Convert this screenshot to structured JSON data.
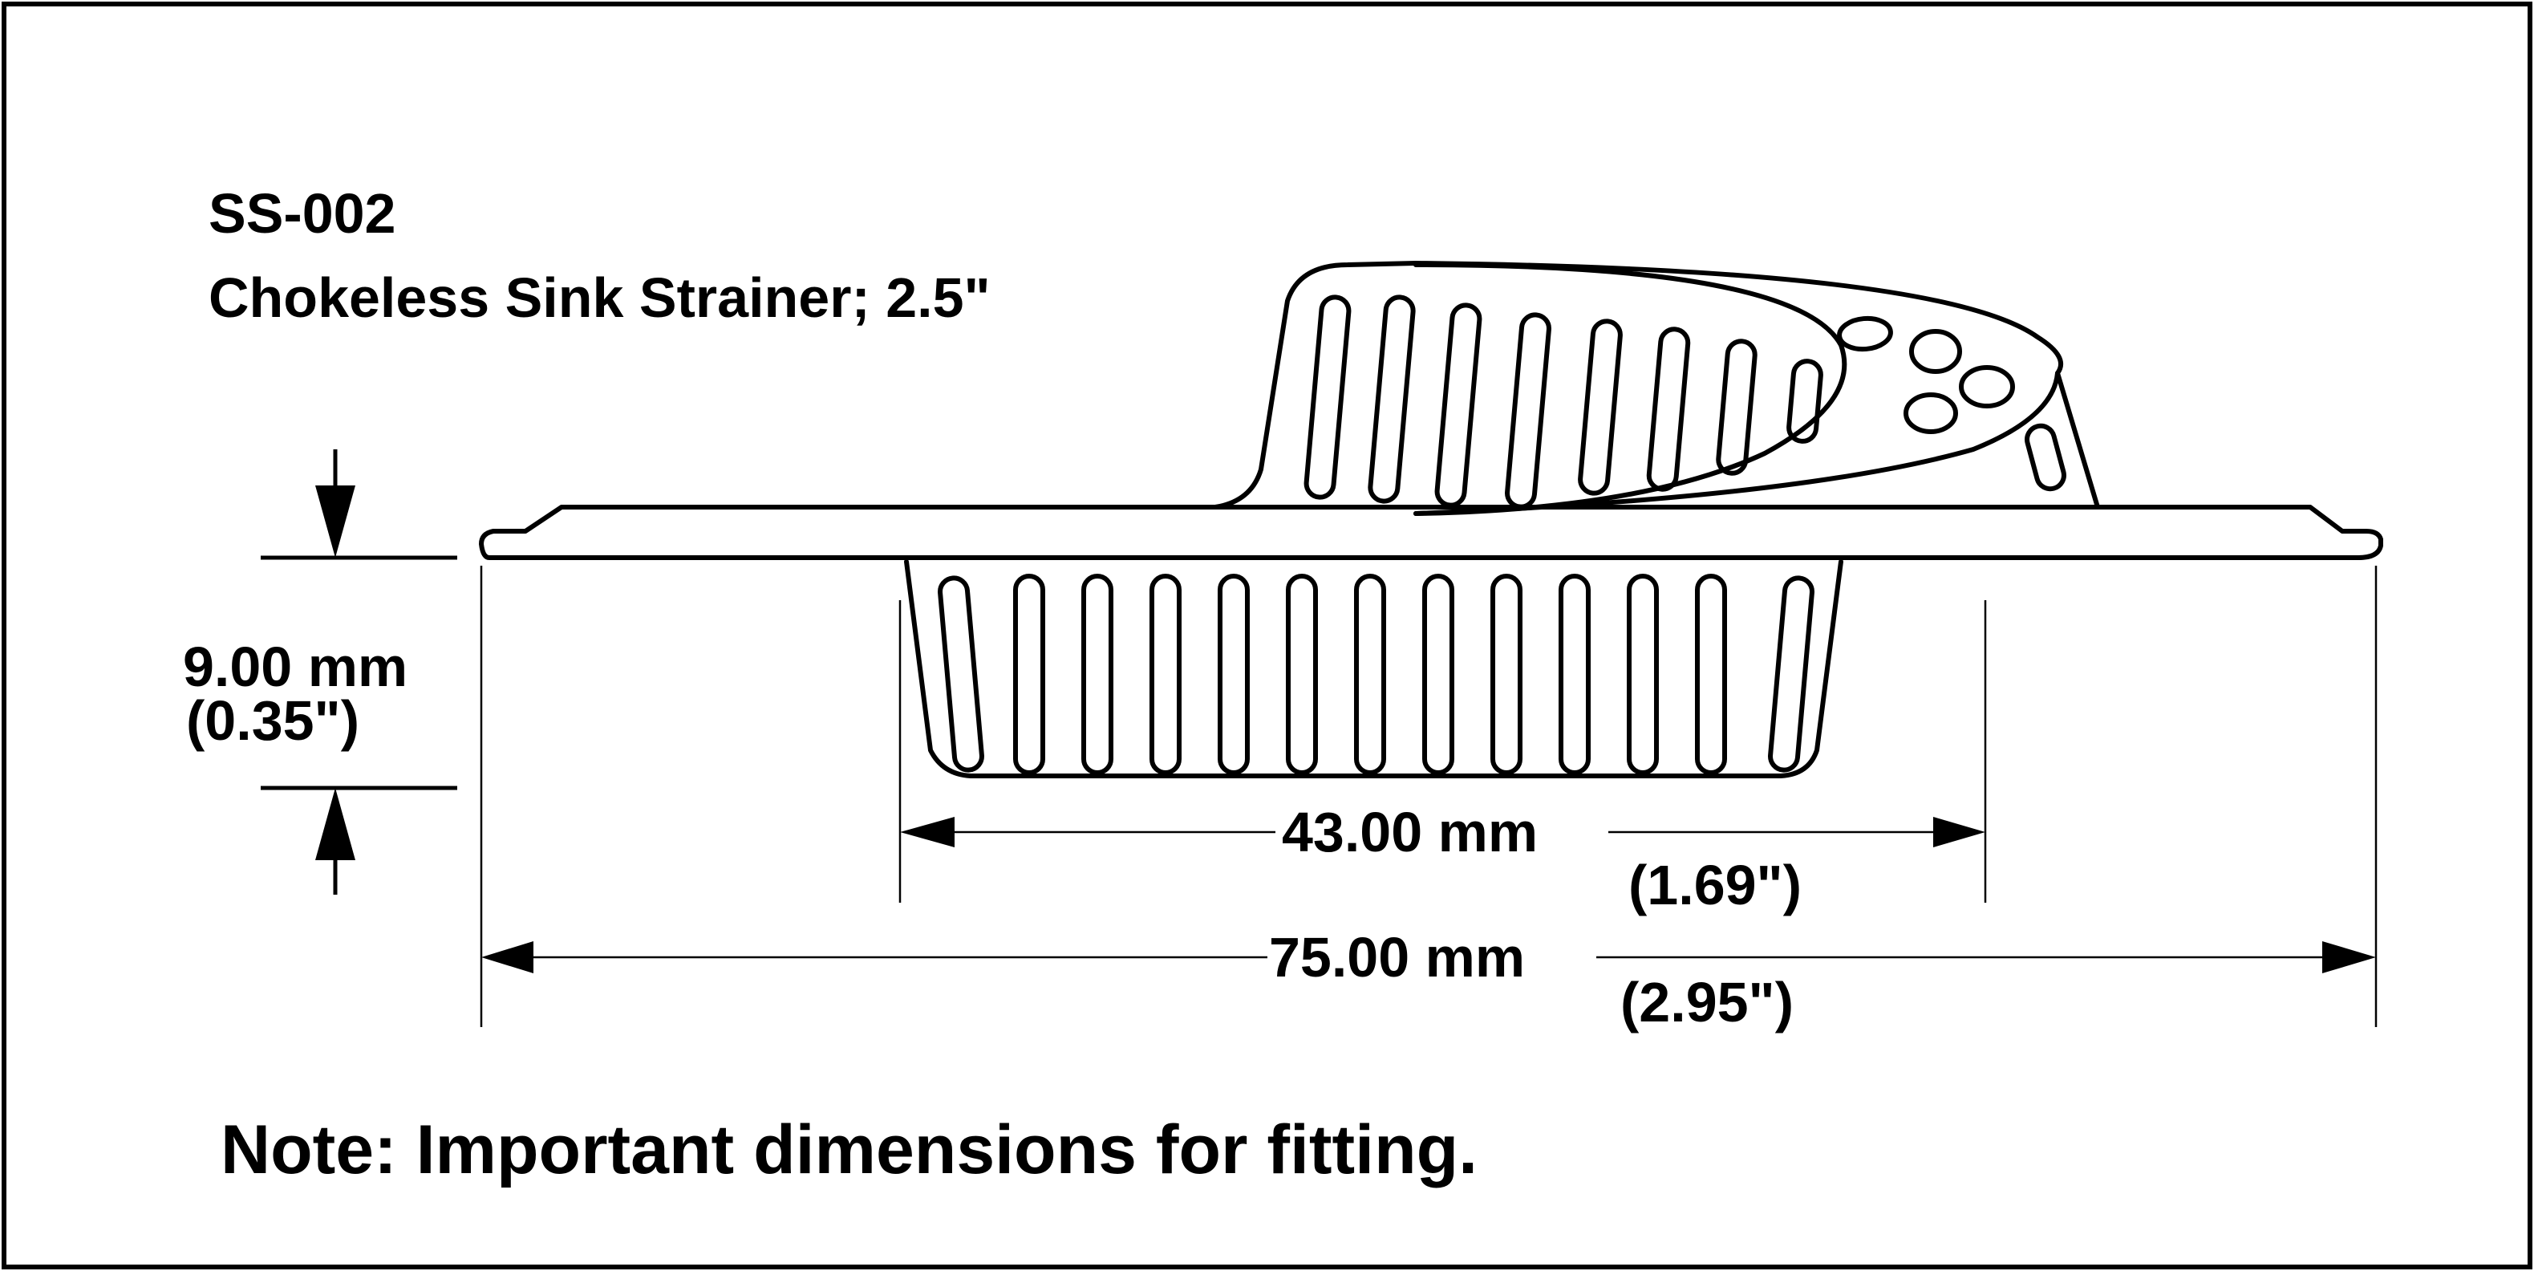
{
  "title": {
    "part_number": "SS-002",
    "description": "Chokeless Sink Strainer; 2.5\""
  },
  "dimensions": {
    "height": {
      "metric": "9.00 mm",
      "imperial": "(0.35\")"
    },
    "inner_width": {
      "metric": "43.00 mm",
      "imperial": "(1.69\")"
    },
    "outer_width": {
      "metric": "75.00 mm",
      "imperial": "(2.95\")"
    }
  },
  "note": "Note: Important dimensions for fitting.",
  "colors": {
    "line": "#000000",
    "background": "#ffffff"
  }
}
